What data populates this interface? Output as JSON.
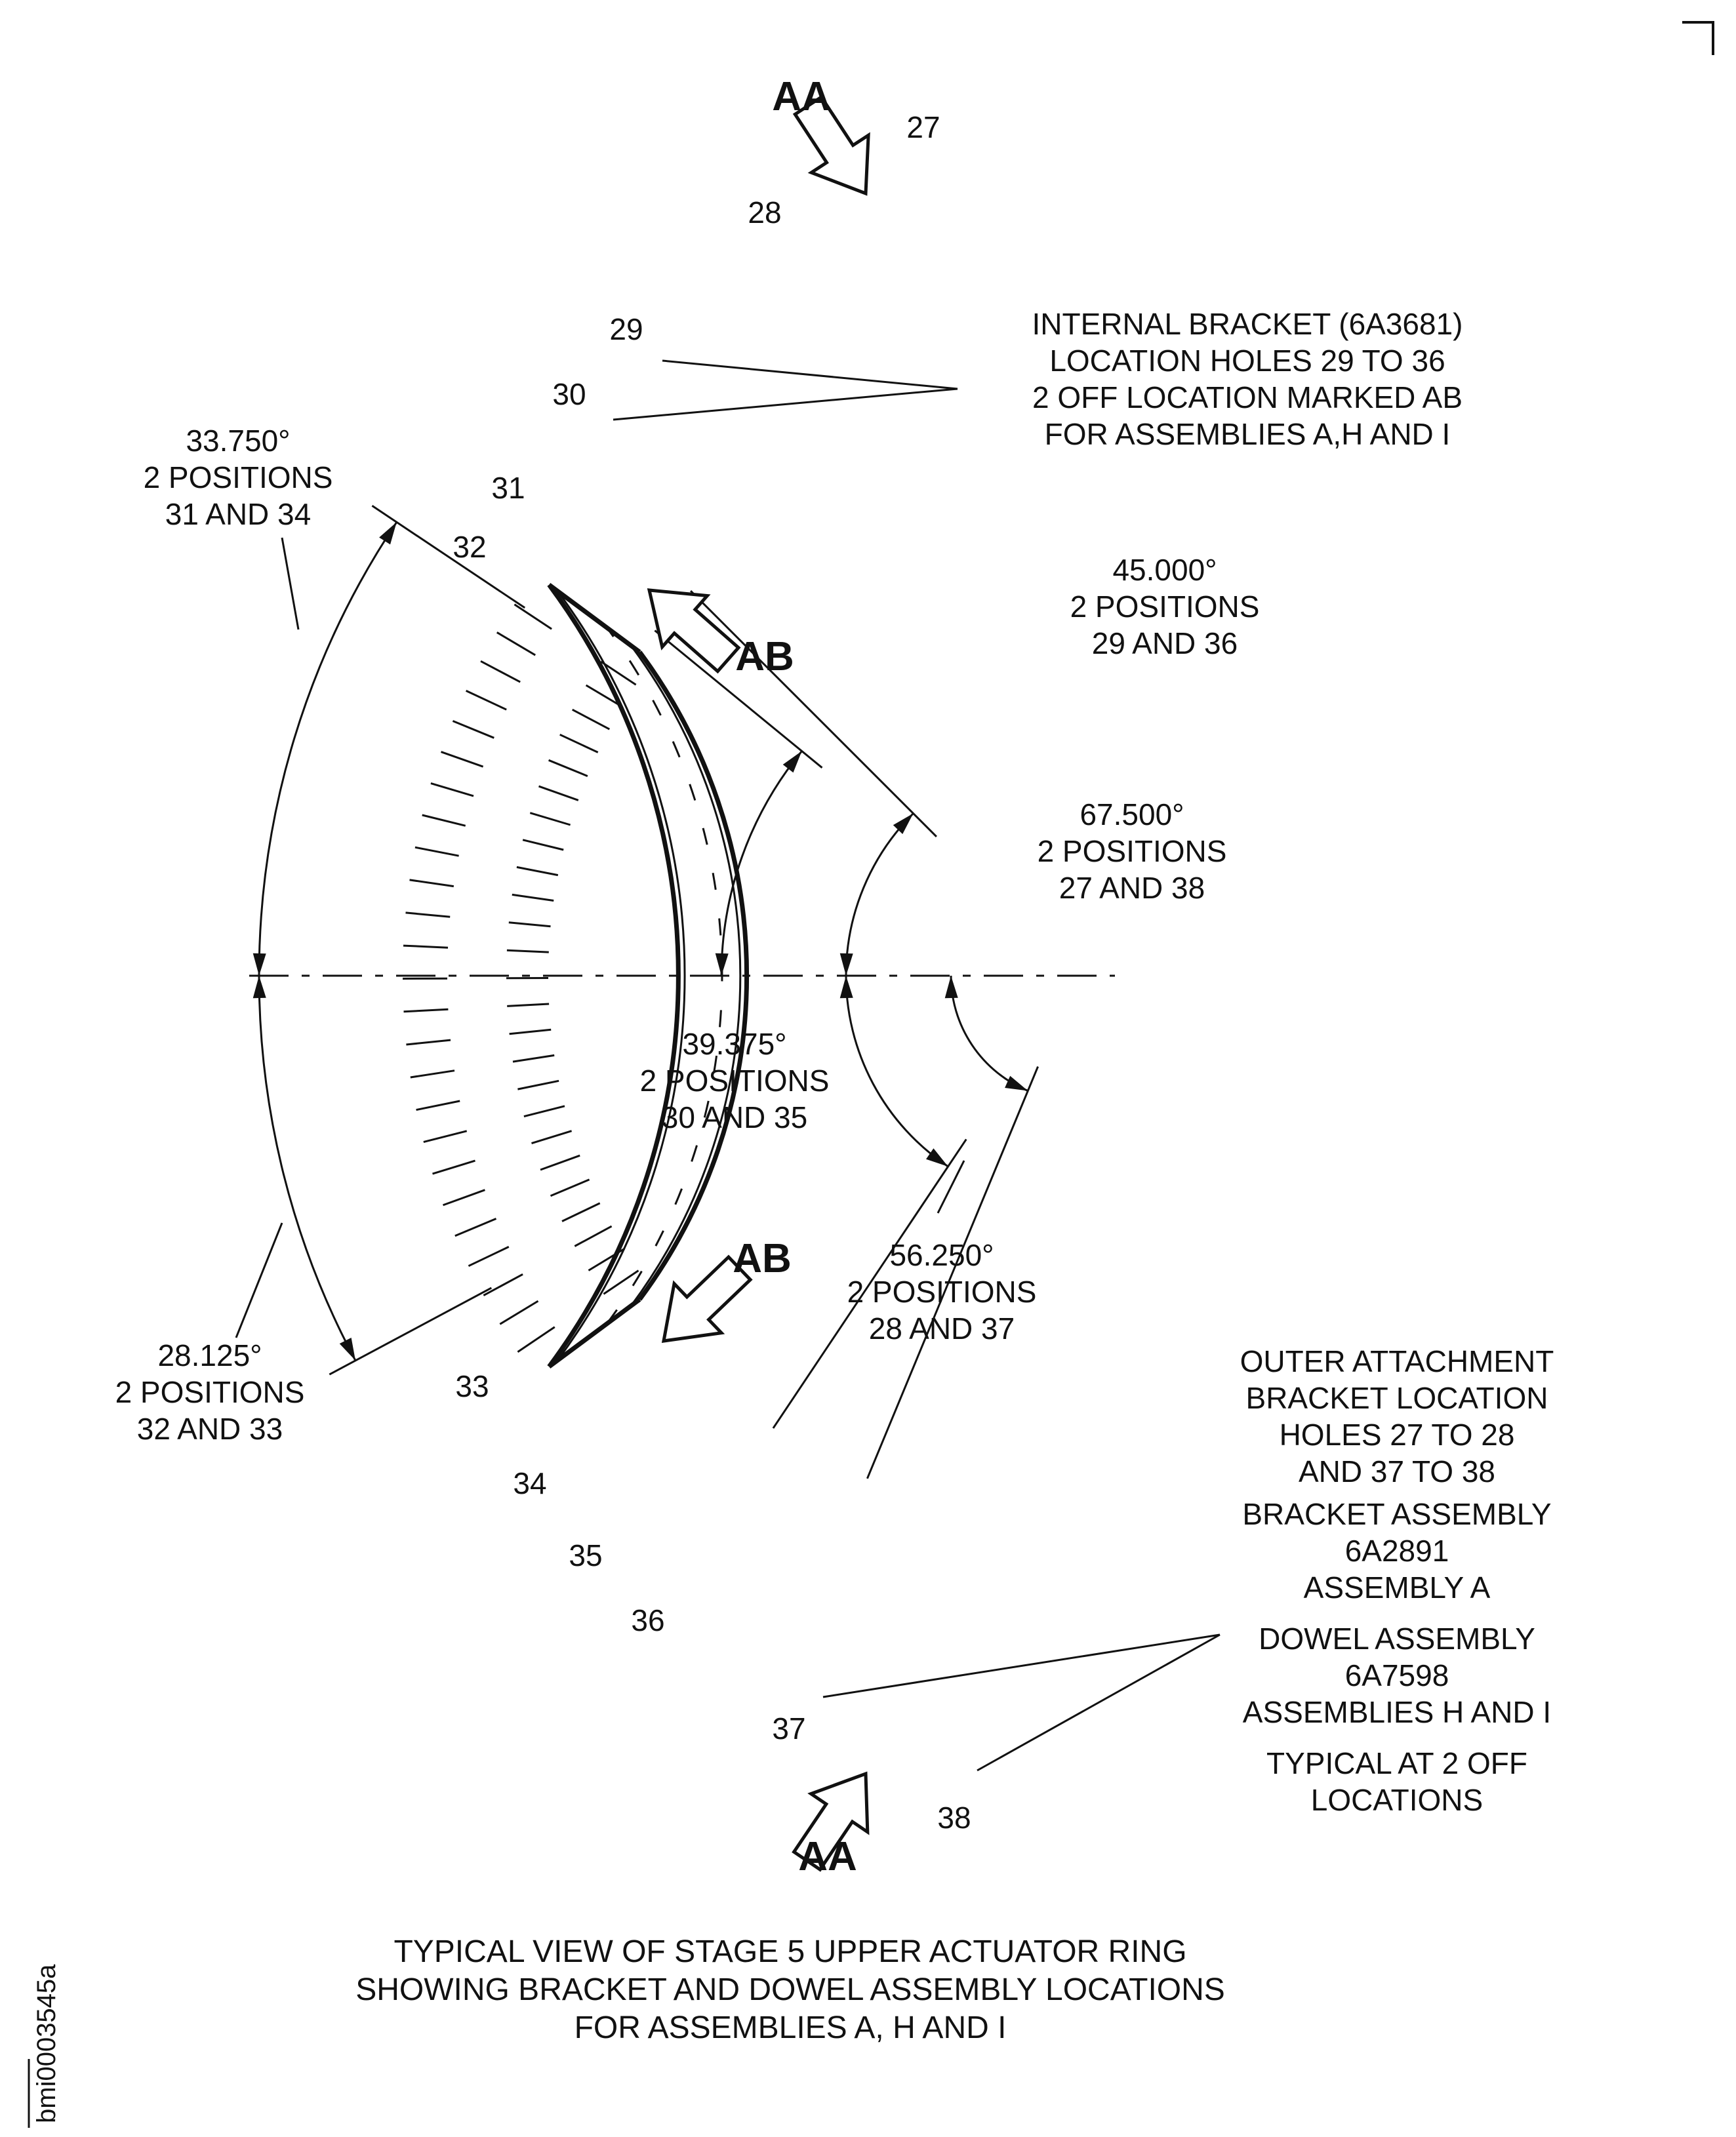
{
  "colors": {
    "ink": "#111111",
    "background": "#ffffff"
  },
  "hole_numbers": [
    "27",
    "28",
    "29",
    "30",
    "31",
    "32",
    "33",
    "34",
    "35",
    "36",
    "37",
    "38"
  ],
  "view_markers": {
    "aa_top": "AA",
    "aa_bottom": "AA",
    "ab_upper": "AB",
    "ab_lower": "AB"
  },
  "dimensions": {
    "d33750": [
      "33.750°",
      "2 POSITIONS",
      "31 AND 34"
    ],
    "d45000": [
      "45.000°",
      "2 POSITIONS",
      "29 AND 36"
    ],
    "d67500": [
      "67.500°",
      "2 POSITIONS",
      "27 AND 38"
    ],
    "d39375": [
      "39.375°",
      "2 POSITIONS",
      "30 AND 35"
    ],
    "d56250": [
      "56.250°",
      "2 POSITIONS",
      "28 AND 37"
    ],
    "d28125": [
      "28.125°",
      "2 POSITIONS",
      "32 AND 33"
    ]
  },
  "notes": {
    "internal_bracket": [
      "INTERNAL BRACKET (6A3681)",
      "LOCATION HOLES 29 TO 36",
      "2 OFF LOCATION MARKED AB",
      "FOR ASSEMBLIES A,H AND I"
    ],
    "outer_attachment": [
      "OUTER ATTACHMENT",
      "BRACKET LOCATION",
      "HOLES 27 TO 28",
      "AND 37 TO 38"
    ],
    "bracket_assembly": [
      "BRACKET ASSEMBLY",
      "6A2891",
      "ASSEMBLY A"
    ],
    "dowel_assembly": [
      "DOWEL ASSEMBLY",
      "6A7598",
      "ASSEMBLIES H AND I"
    ],
    "typical": [
      "TYPICAL AT 2 OFF",
      "LOCATIONS"
    ]
  },
  "caption": [
    "TYPICAL VIEW OF STAGE 5 UPPER ACTUATOR RING",
    "SHOWING BRACKET AND DOWEL ASSEMBLY LOCATIONS",
    "FOR ASSEMBLIES A, H AND I"
  ],
  "reference_code": "bmi0003545a"
}
